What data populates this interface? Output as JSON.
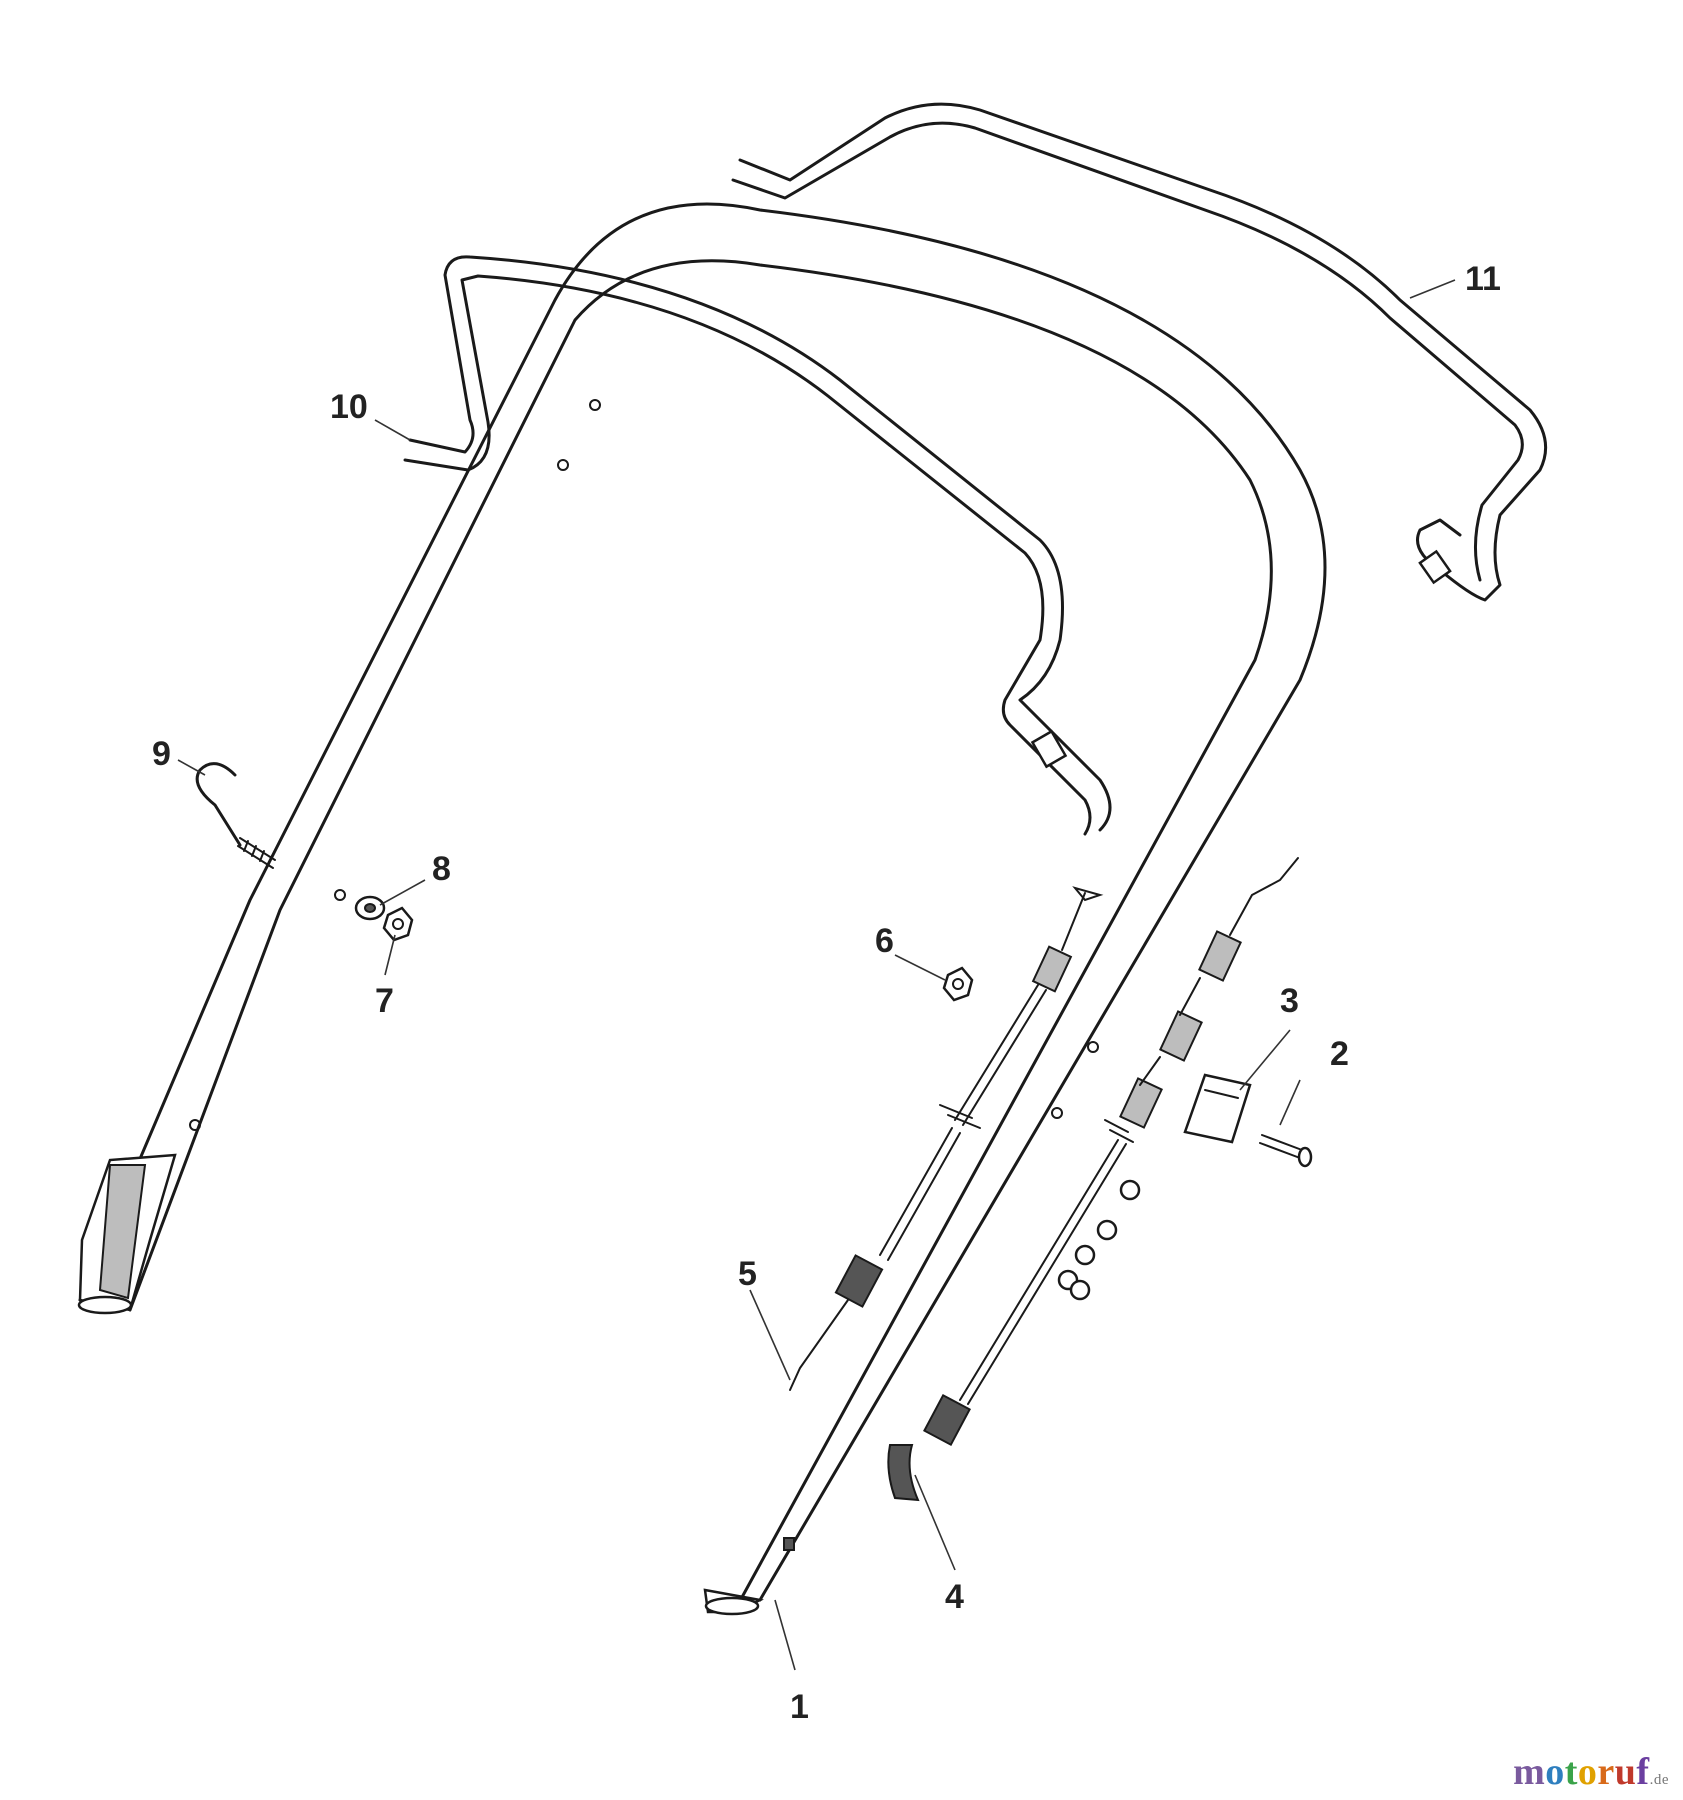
{
  "diagram": {
    "callouts": [
      {
        "id": "1",
        "part": "handle-lower-tube"
      },
      {
        "id": "2",
        "part": "screw"
      },
      {
        "id": "3",
        "part": "cable-clip"
      },
      {
        "id": "4",
        "part": "drive-cable"
      },
      {
        "id": "5",
        "part": "brake-cable"
      },
      {
        "id": "6",
        "part": "nut"
      },
      {
        "id": "7",
        "part": "nut"
      },
      {
        "id": "8",
        "part": "washer"
      },
      {
        "id": "9",
        "part": "hook-bolt"
      },
      {
        "id": "10",
        "part": "brake-bail-lever"
      },
      {
        "id": "11",
        "part": "drive-bail-lever"
      }
    ]
  },
  "watermark": {
    "letters": [
      {
        "char": "m",
        "color": "#7a5a9e"
      },
      {
        "char": "o",
        "color": "#2e7fbf"
      },
      {
        "char": "t",
        "color": "#3aa34a"
      },
      {
        "char": "o",
        "color": "#e0a100"
      },
      {
        "char": "r",
        "color": "#d86a1a"
      },
      {
        "char": "u",
        "color": "#c0392b"
      },
      {
        "char": "f",
        "color": "#6b3fa0"
      }
    ],
    "suffix": ".de"
  }
}
